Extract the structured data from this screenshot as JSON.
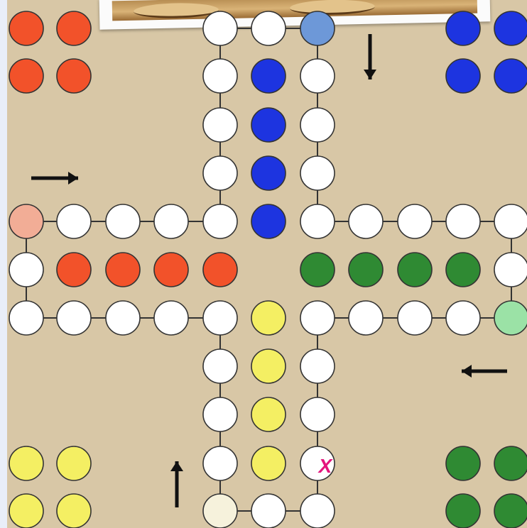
{
  "board": {
    "background": "#d8c7a6",
    "colors": {
      "red": "#f2522a",
      "red_start": "#f2ad96",
      "blue": "#1d34e0",
      "blue_start": "#6d98d8",
      "green": "#2f8a33",
      "green_start": "#9be2a6",
      "yellow": "#f4ef63",
      "yellow_start": "#f6f2dc",
      "empty": "#ffffff",
      "outline": "#333333",
      "arrow": "#111111"
    },
    "arrows": [
      {
        "player": "red",
        "direction": "right"
      },
      {
        "player": "blue",
        "direction": "down"
      },
      {
        "player": "green",
        "direction": "left"
      },
      {
        "player": "yellow",
        "direction": "up"
      }
    ],
    "marker": {
      "text": "X",
      "color": "#e4147c"
    },
    "homes": {
      "red": {
        "tokens": 4
      },
      "blue": {
        "tokens": 4
      },
      "green": {
        "tokens": 4
      },
      "yellow": {
        "tokens": 4
      }
    }
  },
  "photo": {
    "icon": "game-pieces-photo"
  }
}
